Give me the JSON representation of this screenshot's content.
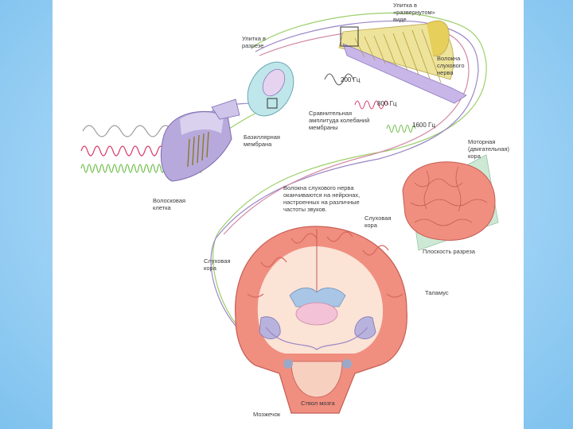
{
  "labels": {
    "cochlea_unrolled": "Улитка в\n«развернутом»\nвиде",
    "cochlea_section": "Улитка в\nразрезе",
    "nerve_fibers": "Волокна\nслухового\nнерва",
    "freq_200": "200 Гц",
    "freq_800": "800 Гц",
    "freq_1600": "1600 Гц",
    "amplitude": "Сравнительная\nамплитуда колебаний\nмембраны",
    "basilar": "Базиллярная\nмембрана",
    "hair_cell": "Волосковая\nклетка",
    "nerve_endings": "Волокна слухового нерва\nоканчиваются на нейронах,\nнастроенных на различные\nчастоты звуков.",
    "motor_cortex": "Моторная\n(двигательная)\nкора",
    "aud_cortex_right": "Слуховая\nкора",
    "section_plane": "Плоскость разреза",
    "aud_cortex_left": "Слуховая\nкора",
    "thalamus": "Таламус",
    "brainstem": "Ствол мозга",
    "cerebellum": "Мозжечок"
  },
  "colors": {
    "background": "#9fd2f5",
    "cortex_pink": "#f08f80",
    "white_matter": "#fbe3d6",
    "nerve_green": "#9ccf6a",
    "nerve_purple": "#9a86c6",
    "wave_red": "#d93a6a",
    "cochlea_yellow": "#e8d77a",
    "ventricle_blue": "#a9c6e6"
  }
}
